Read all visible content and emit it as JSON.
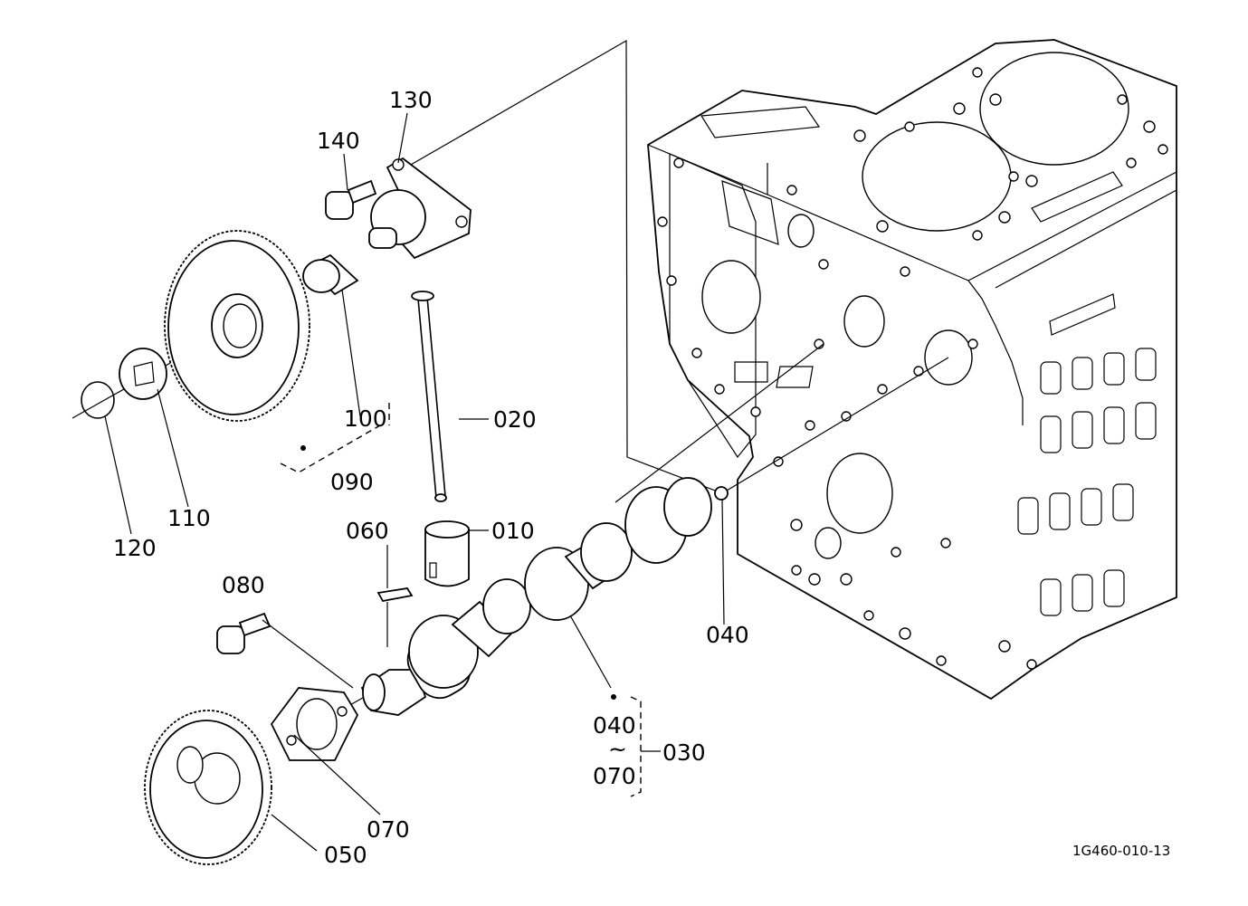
{
  "diagram": {
    "drawing_code": "1G460-010-13",
    "callouts": {
      "c010": "010",
      "c020": "020",
      "c030": "030",
      "c040_ring": "040",
      "c040_range": "040",
      "c050": "050",
      "c060": "060",
      "c070": "070",
      "c070_range": "070",
      "c080": "080",
      "c090": "090",
      "c100": "100",
      "c110": "110",
      "c120": "120",
      "c130": "130",
      "c140": "140",
      "range_sep": "~"
    }
  }
}
